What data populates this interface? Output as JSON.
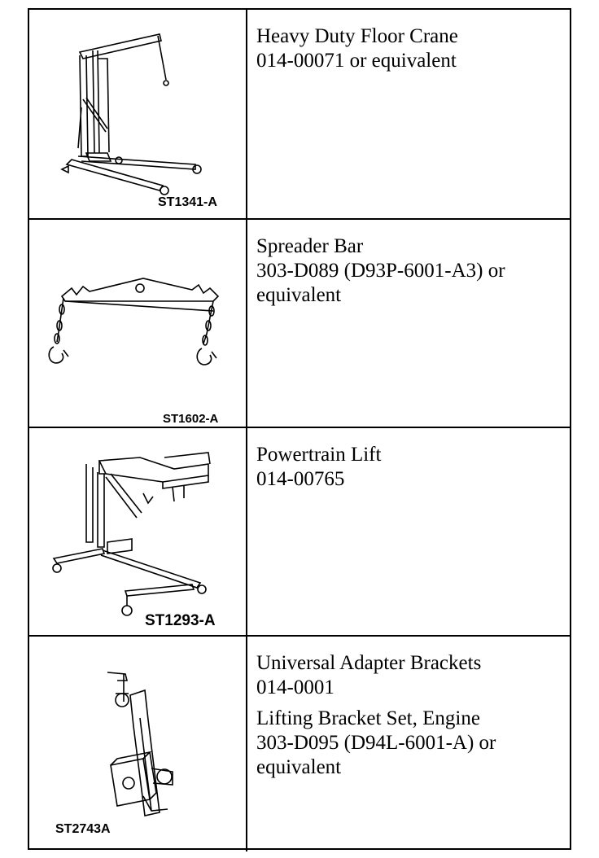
{
  "tools": [
    {
      "image_code": "ST1341-A",
      "lines": [
        "Heavy Duty Floor Crane",
        "014-00071 or equivalent"
      ]
    },
    {
      "image_code": "ST1602-A",
      "lines": [
        "Spreader Bar",
        "303-D089 (D93P-6001-A3) or",
        "equivalent"
      ]
    },
    {
      "image_code": "ST1293-A",
      "lines": [
        "Powertrain Lift",
        "014-00765"
      ]
    },
    {
      "image_code": "ST2743A",
      "lines": [
        "Universal Adapter Brackets",
        "014-0001"
      ],
      "lines2": [
        "Lifting Bracket Set, Engine",
        "303-D095 (D94L-6001-A) or",
        "equivalent"
      ]
    }
  ],
  "icons": [
    "floor-crane-illustration",
    "spreader-bar-illustration",
    "powertrain-lift-illustration",
    "adapter-bracket-illustration"
  ]
}
